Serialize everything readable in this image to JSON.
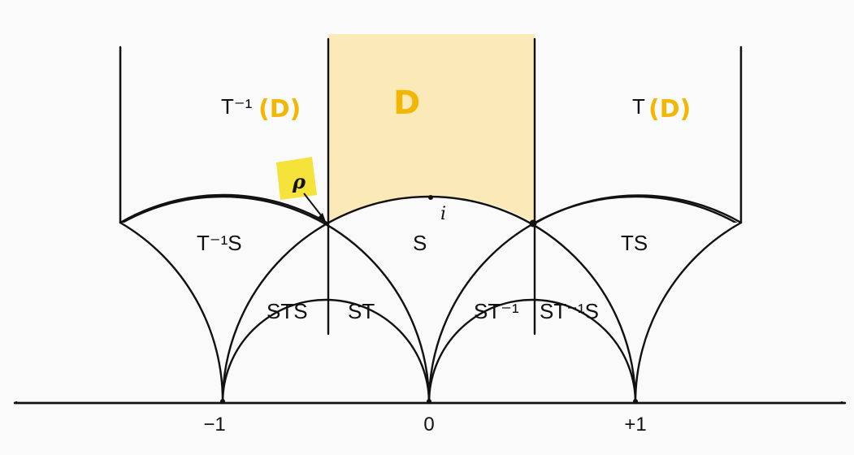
{
  "colors": {
    "ink": "#111111",
    "highlight_fill": "#fbeab7",
    "handwriting": "#f2b705",
    "sticky_note": "#f5e23a"
  },
  "regions": {
    "fundamental_domain": "D",
    "left_translate_prefix": "T⁻¹",
    "left_translate_arg": "(D)",
    "right_translate_prefix": "T",
    "right_translate_arg": "(D)",
    "t_inv_s": "T⁻¹S",
    "s": "S",
    "ts": "TS",
    "sts": "STS",
    "st": "ST",
    "st_inv": "ST⁻¹",
    "st_inv_s": "ST⁻¹S"
  },
  "points": {
    "i_label": "i",
    "rho_label": "ρ"
  },
  "axis": {
    "ticks": [
      "−1",
      "0",
      "+1"
    ]
  }
}
